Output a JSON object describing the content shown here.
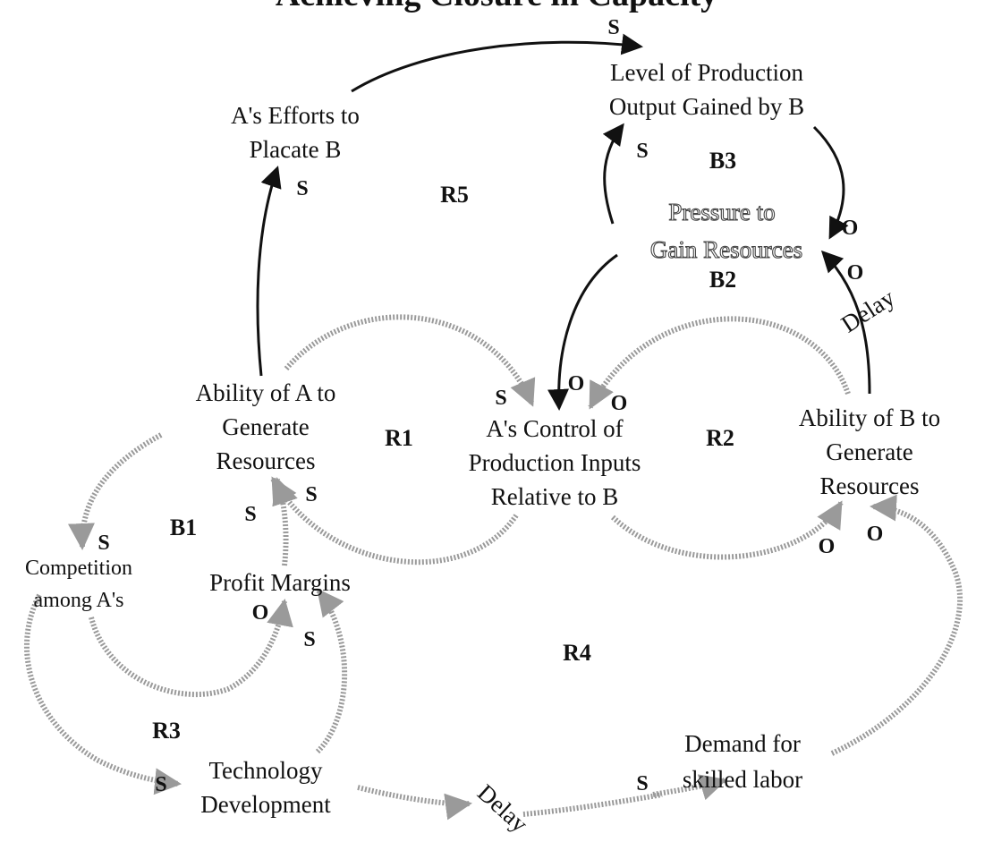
{
  "diagram": {
    "title": "Achieving Closure in Capacity",
    "nodes": {
      "efforts": [
        "A's Efforts to",
        "Placate B"
      ],
      "level": [
        "Level of Production",
        "Output Gained by B"
      ],
      "pressure": [
        "Pressure to",
        "Gain Resources"
      ],
      "abilityA": [
        "Ability of A to",
        "Generate",
        "Resources"
      ],
      "control": [
        "A's Control of",
        "Production Inputs",
        "Relative to B"
      ],
      "abilityB": [
        "Ability of B to",
        "Generate",
        "Resources"
      ],
      "competition": [
        "Competition",
        "among A's"
      ],
      "profit": "Profit Margins",
      "technology": [
        "Technology",
        "Development"
      ],
      "demand": [
        "Demand for",
        "skilled labor"
      ]
    },
    "loops": {
      "r5": "R5",
      "b3": "B3",
      "b2": "B2",
      "r1": "R1",
      "r2": "R2",
      "b1": "B1",
      "r4": "R4",
      "r3": "R3"
    },
    "delays": {
      "right": "Delay",
      "bottom": "Delay"
    },
    "polarities": {
      "top_s": "S",
      "efforts_s": "S",
      "level_s": "S",
      "pressure_o1": "O",
      "pressure_o2": "O",
      "control_s": "S",
      "control_o1": "O",
      "control_o2": "O",
      "abilityA_s1": "S",
      "abilityA_s2": "S",
      "competition_s": "S",
      "profit_o": "O",
      "profit_s": "S",
      "abilityB_o1": "O",
      "abilityB_o2": "O",
      "technology_s": "S",
      "demand_s": "S"
    },
    "colors": {
      "ink": "#111111",
      "gray_link": "#9a9a9a",
      "background": "#ffffff"
    }
  }
}
